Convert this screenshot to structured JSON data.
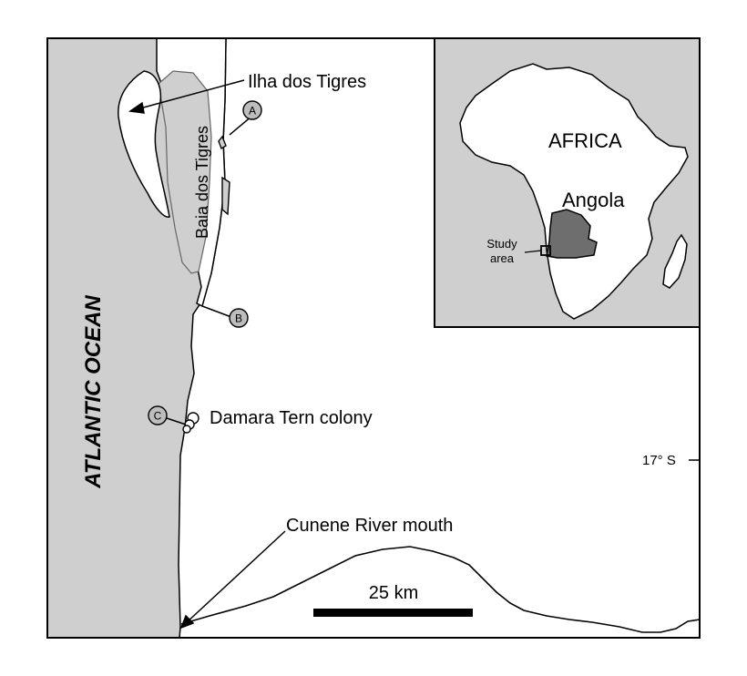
{
  "colors": {
    "ocean": "#cfcfcf",
    "land": "#ffffff",
    "angola": "#6e6e6e",
    "outline": "#000000",
    "marker_fill": "#bdbdbd"
  },
  "labels": {
    "ocean": "ATLANTIC OCEAN",
    "island": "Ilha dos Tigres",
    "bay": "Baia dos Tigres",
    "colony": "Damara Tern colony",
    "river": "Cunene River mouth",
    "latitude": "17° S",
    "scale": "25 km"
  },
  "markers": [
    {
      "id": "A",
      "label": "A"
    },
    {
      "id": "B",
      "label": "B"
    },
    {
      "id": "C",
      "label": "C"
    }
  ],
  "inset": {
    "continent": "AFRICA",
    "country": "Angola",
    "study_area_line1": "Study",
    "study_area_line2": "area"
  }
}
